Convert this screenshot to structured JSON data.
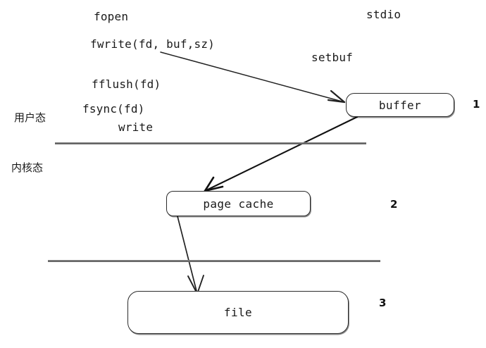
{
  "diagram": {
    "title": "stdio buffering layers",
    "background_color": "#ffffff",
    "stroke_color": "#2b2b2b",
    "text_color": "#1a1a1a"
  },
  "api_labels": {
    "fopen": "fopen",
    "fwrite": "fwrite(fd, buf,sz)",
    "fflush": "fflush(fd)",
    "fsync": "fsync(fd)",
    "write": "write",
    "stdio": "stdio",
    "setbuf": "setbuf"
  },
  "mode_labels": {
    "user_mode": "用户态",
    "kernel_mode": "内核态"
  },
  "nodes": {
    "buffer": "buffer",
    "page_cache": "page cache",
    "file": "file"
  },
  "layer_numbers": {
    "one": "1",
    "two": "2",
    "three": "3"
  },
  "arrows": [
    {
      "name": "fwrite-to-buffer",
      "from": "fwrite(fd, buf,sz)",
      "to": "buffer"
    },
    {
      "name": "buffer-to-page-cache",
      "from": "buffer",
      "to": "page cache"
    },
    {
      "name": "page-cache-to-file",
      "from": "page cache",
      "to": "file"
    }
  ],
  "boundaries": [
    {
      "name": "user-kernel-boundary",
      "above": "用户态",
      "below": "内核态"
    },
    {
      "name": "kernel-disk-boundary",
      "above": "page cache",
      "below": "file"
    }
  ]
}
